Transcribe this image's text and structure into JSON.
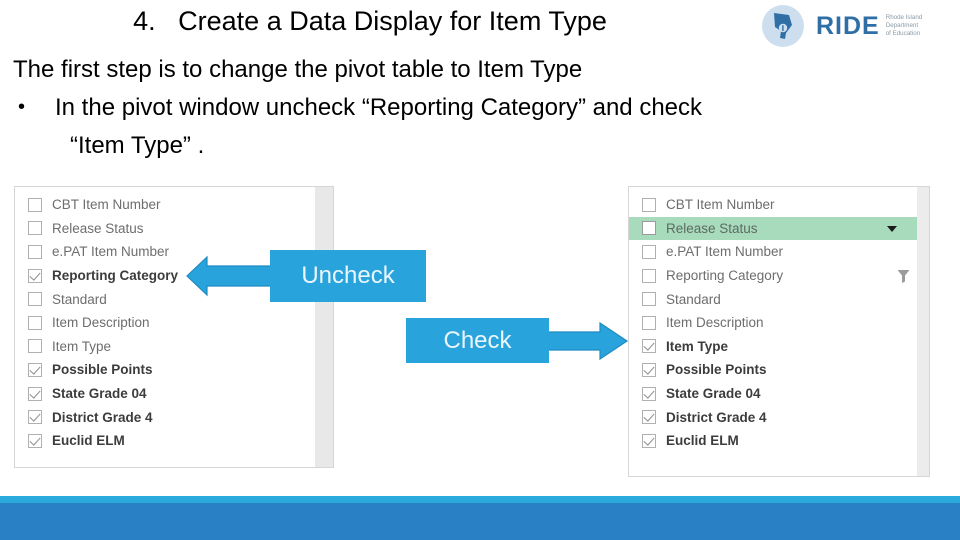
{
  "slide": {
    "title": "4.   Create a Data Display for Item Type",
    "lead": "The first step is to change the pivot table to Item Type",
    "bullet_dot": "•",
    "bullet_line1": "In the pivot window uncheck “Reporting Category” and check",
    "bullet_line2": "“Item Type” ."
  },
  "logo": {
    "name": "RIDE",
    "sub_line1": "Rhode Island",
    "sub_line2": "Department",
    "sub_line3": "of Education",
    "circle_color": "#cddfee",
    "mark_color": "#2f6fa6",
    "wordmark_color": "#2f6fa6",
    "sub_color": "#8a9aa6"
  },
  "left_panel": {
    "name": "pivot-field-list-before",
    "rows": [
      {
        "label": "CBT Item Number",
        "checked": false,
        "bold": false,
        "highlight": false
      },
      {
        "label": "Release Status",
        "checked": false,
        "bold": false,
        "highlight": false
      },
      {
        "label": "e.PAT Item Number",
        "checked": false,
        "bold": false,
        "highlight": false
      },
      {
        "label": "Reporting Category",
        "checked": true,
        "bold": true,
        "highlight": false
      },
      {
        "label": "Standard",
        "checked": false,
        "bold": false,
        "highlight": false
      },
      {
        "label": "Item Description",
        "checked": false,
        "bold": false,
        "highlight": false
      },
      {
        "label": "Item Type",
        "checked": false,
        "bold": false,
        "highlight": false
      },
      {
        "label": "Possible Points",
        "checked": true,
        "bold": true,
        "highlight": false
      },
      {
        "label": "State Grade 04",
        "checked": true,
        "bold": true,
        "highlight": false
      },
      {
        "label": "District Grade 4",
        "checked": true,
        "bold": true,
        "highlight": false
      },
      {
        "label": "Euclid ELM",
        "checked": true,
        "bold": true,
        "highlight": false
      }
    ]
  },
  "right_panel": {
    "name": "pivot-field-list-after",
    "highlight_color": "#a8dbbc",
    "rows": [
      {
        "label": "CBT Item Number",
        "checked": false,
        "bold": false,
        "highlight": false,
        "dropdown": false,
        "filter": false
      },
      {
        "label": "Release Status",
        "checked": false,
        "bold": false,
        "highlight": true,
        "dropdown": true,
        "filter": false
      },
      {
        "label": "e.PAT Item Number",
        "checked": false,
        "bold": false,
        "highlight": false,
        "dropdown": false,
        "filter": false
      },
      {
        "label": "Reporting Category",
        "checked": false,
        "bold": false,
        "highlight": false,
        "dropdown": false,
        "filter": true
      },
      {
        "label": "Standard",
        "checked": false,
        "bold": false,
        "highlight": false,
        "dropdown": false,
        "filter": false
      },
      {
        "label": "Item Description",
        "checked": false,
        "bold": false,
        "highlight": false,
        "dropdown": false,
        "filter": false
      },
      {
        "label": "Item Type",
        "checked": true,
        "bold": true,
        "highlight": false,
        "dropdown": false,
        "filter": false
      },
      {
        "label": "Possible Points",
        "checked": true,
        "bold": true,
        "highlight": false,
        "dropdown": false,
        "filter": false
      },
      {
        "label": "State Grade 04",
        "checked": true,
        "bold": true,
        "highlight": false,
        "dropdown": false,
        "filter": false
      },
      {
        "label": "District Grade 4",
        "checked": true,
        "bold": true,
        "highlight": false,
        "dropdown": false,
        "filter": false
      },
      {
        "label": "Euclid ELM",
        "checked": true,
        "bold": true,
        "highlight": false,
        "dropdown": false,
        "filter": false
      }
    ]
  },
  "callouts": {
    "uncheck_label": "Uncheck",
    "check_label": "Check",
    "color": "#29a3dc",
    "text_color": "#eaf6fc"
  },
  "footer": {
    "light_bar_color": "#29a9dc",
    "dark_bar_color": "#2a80c4"
  }
}
